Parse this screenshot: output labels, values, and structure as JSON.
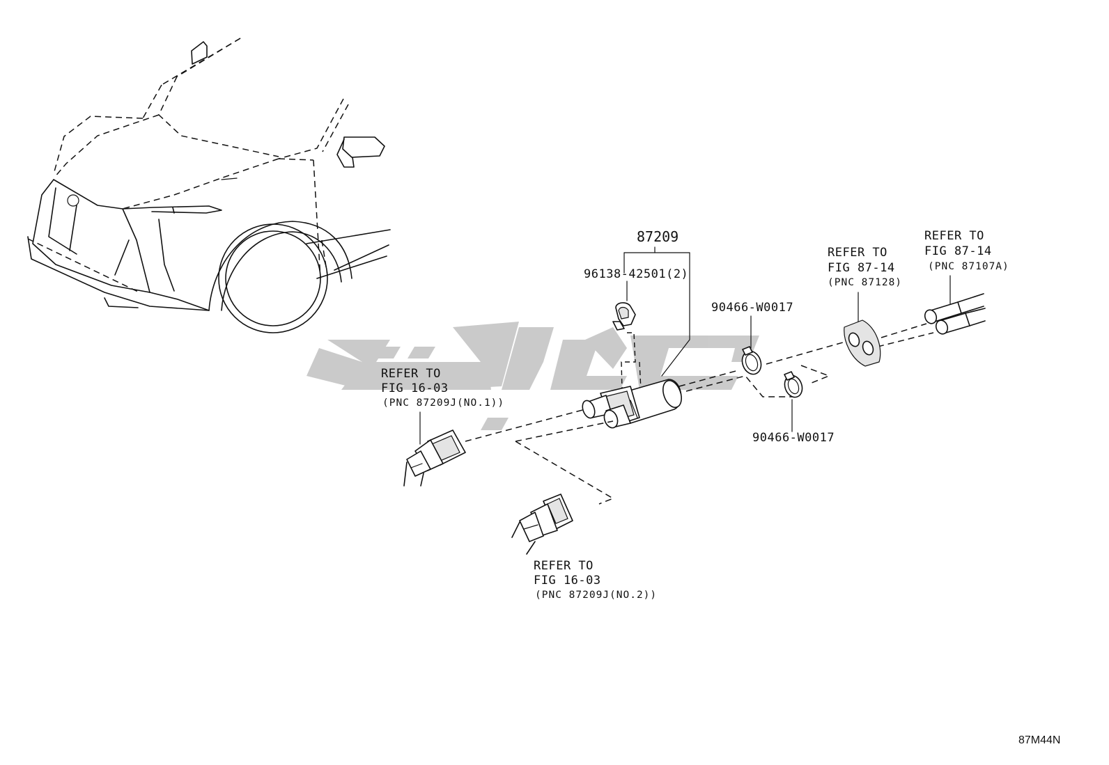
{
  "diagram_code": "87M44N",
  "parts": {
    "assembly": {
      "number": "87209"
    },
    "sensor_retainer": {
      "number": "96138-42501(2)"
    },
    "clamp_upper": {
      "number": "90466-W0017"
    },
    "clamp_lower": {
      "number": "90466-W0017"
    }
  },
  "references": {
    "grommet": {
      "line1": "REFER TO",
      "line2": "FIG 87-14",
      "line3": "(PNC 87128)"
    },
    "hose_end": {
      "line1": "REFER TO",
      "line2": "FIG 87-14",
      "line3": "(PNC 87107A)"
    },
    "connector_no1": {
      "line1": "REFER TO",
      "line2": "FIG 16-03",
      "line3": "(PNC 87209J(NO.1))"
    },
    "connector_no2": {
      "line1": "REFER TO",
      "line2": "FIG 16-03",
      "line3": "(PNC 87209J(NO.2))"
    }
  },
  "watermark": {
    "color": "#b7b7b7"
  }
}
